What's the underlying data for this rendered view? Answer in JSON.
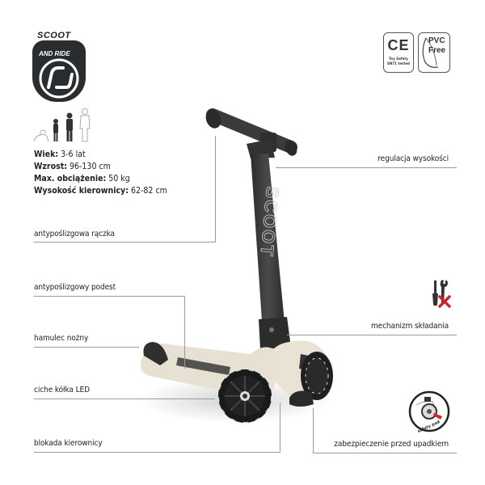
{
  "brand": {
    "logo_line1": "SCOOT",
    "logo_line2": "AND RIDE"
  },
  "specs": {
    "age_label": "Wiek:",
    "age_value": "3-6 lat",
    "height_label": "Wzrost:",
    "height_value": "96-130 cm",
    "load_label": "Max. obciążenie:",
    "load_value": "50 kg",
    "handlebar_label": "Wysokość kierownicy:",
    "handlebar_value": "62-82 cm"
  },
  "badges": {
    "ce_mark": "CE",
    "ce_sub1": "Toy Safety",
    "ce_sub2": "EN71 tested",
    "pvc_line1": "PVC",
    "pvc_line2": "Free"
  },
  "features_left": [
    {
      "label": "antypoślizgowa rączka"
    },
    {
      "label": "antypoślizgowy podest"
    },
    {
      "label": "hamulec nożny"
    },
    {
      "label": "ciche kółka LED"
    },
    {
      "label": "blokada kierownicy"
    }
  ],
  "features_right": [
    {
      "label": "regulacja wysokości"
    },
    {
      "label": "mechanizm składania"
    },
    {
      "label": "zabezpieczenie przed upadkiem"
    }
  ],
  "safety_pad_label": "safety pad",
  "product": {
    "stem_text": "SCOOT",
    "colors": {
      "deck": "#e6e1d3",
      "stem": "#3a3a3a",
      "wheel": "#1c1c1c",
      "accent_red": "#d0262b"
    }
  }
}
